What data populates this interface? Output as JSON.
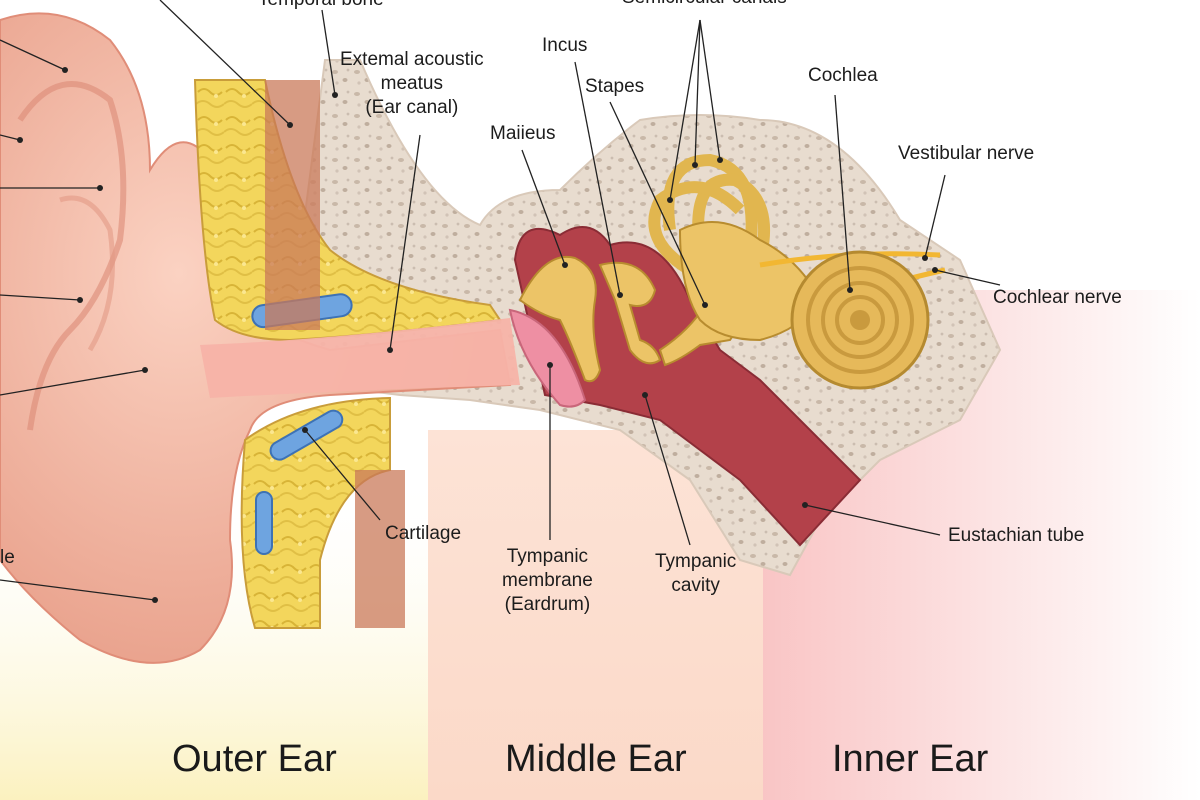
{
  "title_partial": {
    "temporal_bone": "Temporal bone",
    "semicircular_canals": "Semicircular canals"
  },
  "labels": {
    "external_acoustic_meatus": [
      "Extemal acoustic",
      "meatus",
      "(Ear canal)"
    ],
    "incus": "Incus",
    "stapes": "Stapes",
    "malleus": "Maiieus",
    "cochlea": "Cochlea",
    "vestibular_nerve": "Vestibular nerve",
    "cochlear_nerve": "Cochlear nerve",
    "cartilage": "Cartilage",
    "tympanic_membrane": [
      "Tympanic",
      "membrane",
      "(Eardrum)"
    ],
    "tympanic_cavity": [
      "Tympanic",
      "cavity"
    ],
    "eustachian_tube": "Eustachian tube",
    "cut_off_left": "le"
  },
  "regions": {
    "outer": "Outer Ear",
    "middle": "Middle Ear",
    "inner": "Inner Ear"
  },
  "colors": {
    "outer_zone": "#fbf2c4",
    "middle_zone": "#fbd9c8",
    "inner_zone": "#fbd2d2",
    "skin": "#f3b8a6",
    "bone": "#e9dcd0",
    "cartilage_yellow": "#f3d75a",
    "ossicle": "#e9c46a",
    "cavity": "#b3414a"
  }
}
